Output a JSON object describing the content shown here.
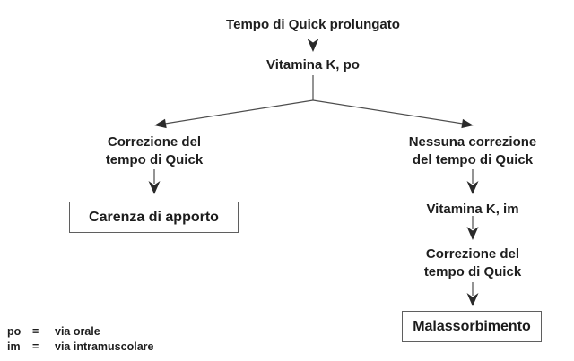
{
  "diagram": {
    "nodes": {
      "root": "Tempo di Quick prolungato",
      "vitamin_po": "Vitamina K, po",
      "left_branch_line1": "Correzione del",
      "left_branch_line2": "tempo di Quick",
      "left_result": "Carenza di apporto",
      "right_branch_line1": "Nessuna correzione",
      "right_branch_line2": "del tempo di Quick",
      "vitamin_im": "Vitamina K, im",
      "right_correction_line1": "Correzione del",
      "right_correction_line2": "tempo di Quick",
      "right_result": "Malassorbimento"
    },
    "legend": [
      {
        "abbr": "po",
        "eq": "=",
        "meaning": "via orale"
      },
      {
        "abbr": "im",
        "eq": "=",
        "meaning": "via intramuscolare"
      }
    ],
    "colors": {
      "background": "#ffffff",
      "text": "#1e1e1e",
      "line": "#4d4d4d",
      "arrowhead": "#2a2a2a",
      "box_border": "#5f5f5f"
    }
  }
}
